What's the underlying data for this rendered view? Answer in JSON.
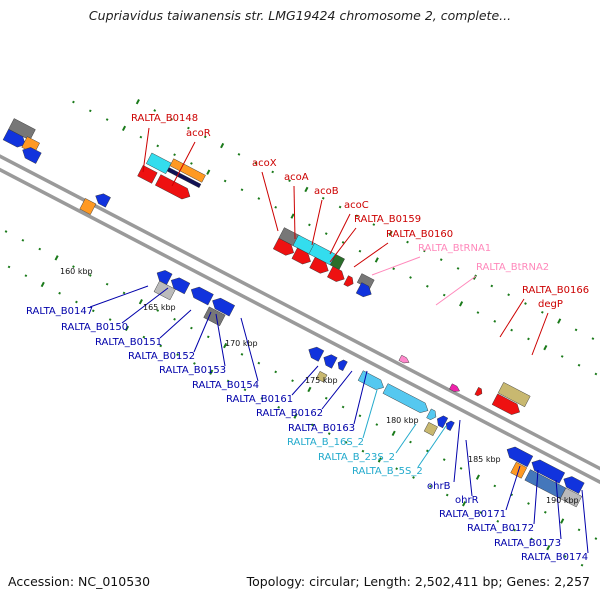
{
  "title": "Cupriavidus taiwanensis str. LMG19424 chromosome 2, complete...",
  "footer": {
    "accession": "Accession: NC_010530",
    "topology": "Topology: circular; Length: 2,502,411 bp; Genes: 2,257"
  },
  "colors": {
    "forward_label": "#cc0000",
    "reverse_label": "#0000aa",
    "trna_label": "#ff88bb",
    "rrna_label": "#22aacc",
    "backbone": "#888888"
  },
  "scale_ticks": [
    "160 kbp",
    "165 kbp",
    "170 kbp",
    "175 kbp",
    "180 kbp",
    "185 kbp",
    "190 kbp"
  ],
  "forward_genes": [
    "RALTA_B0148",
    "acoR",
    "acoX",
    "acoA",
    "acoB",
    "acoC",
    "RALTA_B0159",
    "RALTA_B0160",
    "RALTA_B0166",
    "degP"
  ],
  "trna_genes": [
    "RALTA_BtRNA1",
    "RALTA_BtRNA2"
  ],
  "reverse_genes": [
    "RALTA_B0147",
    "RALTA_B0150",
    "RALTA_B0151",
    "RALTA_B0152",
    "RALTA_B0153",
    "RALTA_B0154",
    "RALTA_B0161",
    "RALTA_B0162",
    "RALTA_B0163",
    "ohrB",
    "ohrR",
    "RALTA_B0171",
    "RALTA_B0172",
    "RALTA_B0173",
    "RALTA_B0174"
  ],
  "rrna_genes": [
    "RALTA_B_16S_2",
    "RALTA_B_23S_2",
    "RALTA_B_5S_2"
  ]
}
